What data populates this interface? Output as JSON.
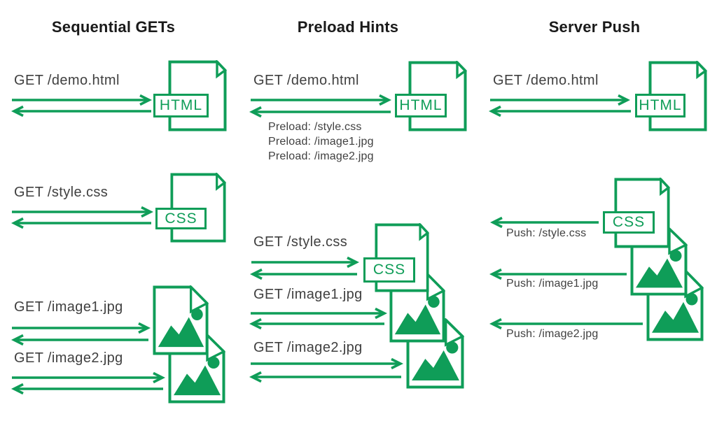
{
  "colors": {
    "green": "#0F9D58",
    "text": "#404040",
    "heading": "#1A1A1A"
  },
  "icons": {
    "document": "document-icon",
    "image_document": "image-document-icon",
    "request_arrow": "arrow-right-icon",
    "response_arrow": "arrow-left-icon",
    "push_arrow": "arrow-left-icon"
  },
  "seq": {
    "title": "Sequential GETs",
    "get_demo": "GET /demo.html",
    "get_style": "GET /style.css",
    "get_image1": "GET /image1.jpg",
    "get_image2": "GET /image2.jpg",
    "label_html": "HTML",
    "label_css": "CSS"
  },
  "preload": {
    "title": "Preload Hints",
    "get_demo": "GET /demo.html",
    "hint_style": "Preload: /style.css",
    "hint_image1": "Preload: /image1.jpg",
    "hint_image2": "Preload: /image2.jpg",
    "get_style": "GET /style.css",
    "get_image1": "GET /image1.jpg",
    "get_image2": "GET /image2.jpg",
    "label_html": "HTML",
    "label_css": "CSS"
  },
  "push": {
    "title": "Server Push",
    "get_demo": "GET /demo.html",
    "push_style": "Push: /style.css",
    "push_image1": "Push: /image1.jpg",
    "push_image2": "Push: /image2.jpg",
    "label_html": "HTML",
    "label_css": "CSS"
  }
}
